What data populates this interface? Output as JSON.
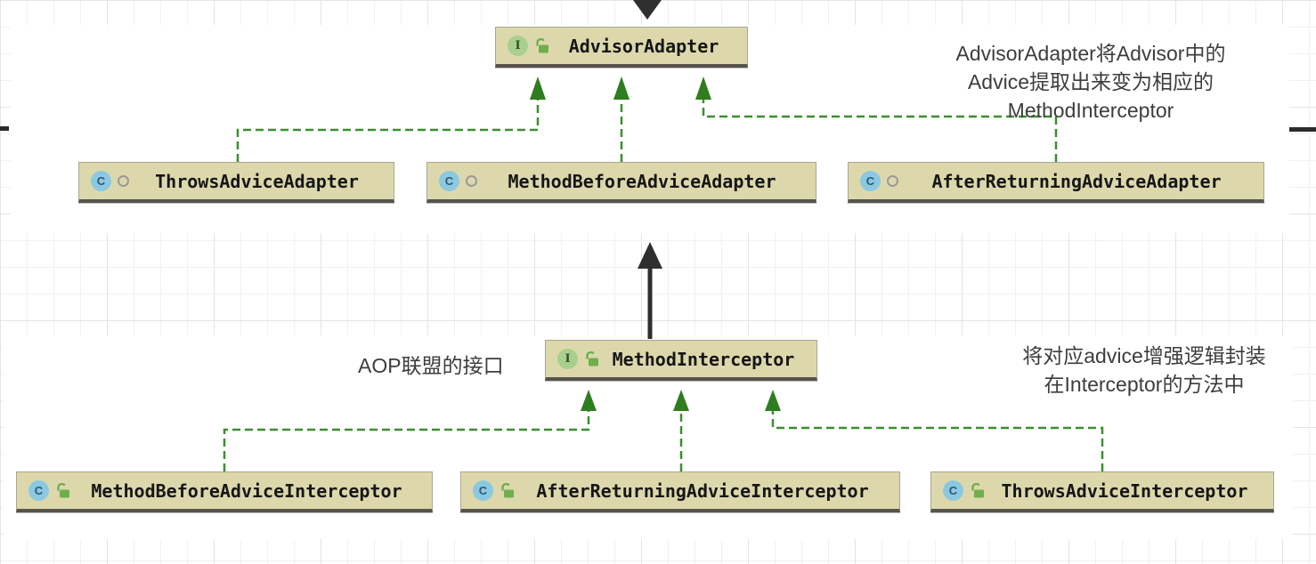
{
  "icons": {
    "interface_letter": "I",
    "class_letter": "C"
  },
  "nodes": {
    "advisor_adapter": {
      "label": "AdvisorAdapter",
      "kind": "interface"
    },
    "throws_advice_adapter": {
      "label": "ThrowsAdviceAdapter",
      "kind": "class"
    },
    "method_before_advice_adapter": {
      "label": "MethodBeforeAdviceAdapter",
      "kind": "class"
    },
    "after_returning_advice_adapter": {
      "label": "AfterReturningAdviceAdapter",
      "kind": "class"
    },
    "method_interceptor": {
      "label": "MethodInterceptor",
      "kind": "interface"
    },
    "method_before_advice_interceptor": {
      "label": "MethodBeforeAdviceInterceptor",
      "kind": "class"
    },
    "after_returning_advice_interceptor": {
      "label": "AfterReturningAdviceInterceptor",
      "kind": "class"
    },
    "throws_advice_interceptor": {
      "label": "ThrowsAdviceInterceptor",
      "kind": "class"
    }
  },
  "annotations": {
    "advisor_note_line1": "AdvisorAdapter将Advisor中的",
    "advisor_note_line2": "Advice提取出来变为相应的",
    "advisor_note_line3": "MethodInterceptor",
    "aop_alliance_note": "AOP联盟的接口",
    "interceptor_note_line1": "将对应advice增强逻辑封装",
    "interceptor_note_line2": "在Interceptor的方法中"
  },
  "colors": {
    "node_fill": "#ddd8ab",
    "node_border": "#a9a694",
    "node_shadow": "#56544b",
    "realization_arrow_green": "#3a8f2e",
    "dependency_arrow_black": "#2f2f2f",
    "interface_icon_bg": "#a8cf8e",
    "class_icon_bg": "#8bc8e2",
    "lock_icon_green": "#6fae4e",
    "annotation_text": "#3d3d3d"
  }
}
